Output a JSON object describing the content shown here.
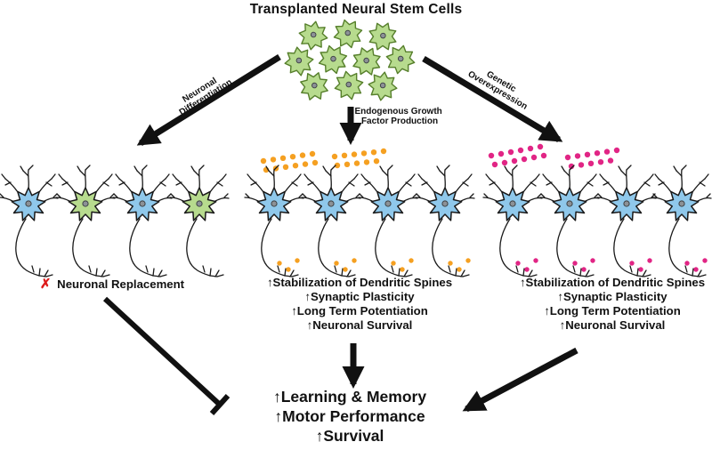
{
  "title": "Transplanted Neural Stem Cells",
  "pathways": {
    "left": {
      "line1": "Neuronal",
      "line2": "Differentiation"
    },
    "middle": {
      "line1": "Endogenous Growth",
      "line2": "Factor Production"
    },
    "right": {
      "line1": "Genetic",
      "line2": "Overexpression"
    }
  },
  "outcomes": {
    "left": {
      "x_mark": "✗",
      "label": "Neuronal Replacement"
    },
    "middle": {
      "lines": [
        "↑Stabilization of Dendritic Spines",
        "↑Synaptic Plasticity",
        "↑Long Term Potentiation",
        "↑Neuronal Survival"
      ]
    },
    "right": {
      "lines": [
        "↑Stabilization of Dendritic Spines",
        "↑Synaptic Plasticity",
        "↑Long Term Potentiation",
        "↑Neuronal Survival"
      ]
    }
  },
  "final_outcomes": {
    "lines": [
      "↑Learning & Memory",
      "↑Motor Performance",
      "↑Survival"
    ]
  },
  "colors": {
    "stem_cell_green": "#B7DB8E",
    "neuron_blue": "#8FC8EB",
    "neuron_green": "#B7DB8E",
    "growth_factor_orange": "#F5A021",
    "overexpression_pink": "#E12585",
    "inhibition_red": "#DD1B1B",
    "line_black": "#111111"
  }
}
